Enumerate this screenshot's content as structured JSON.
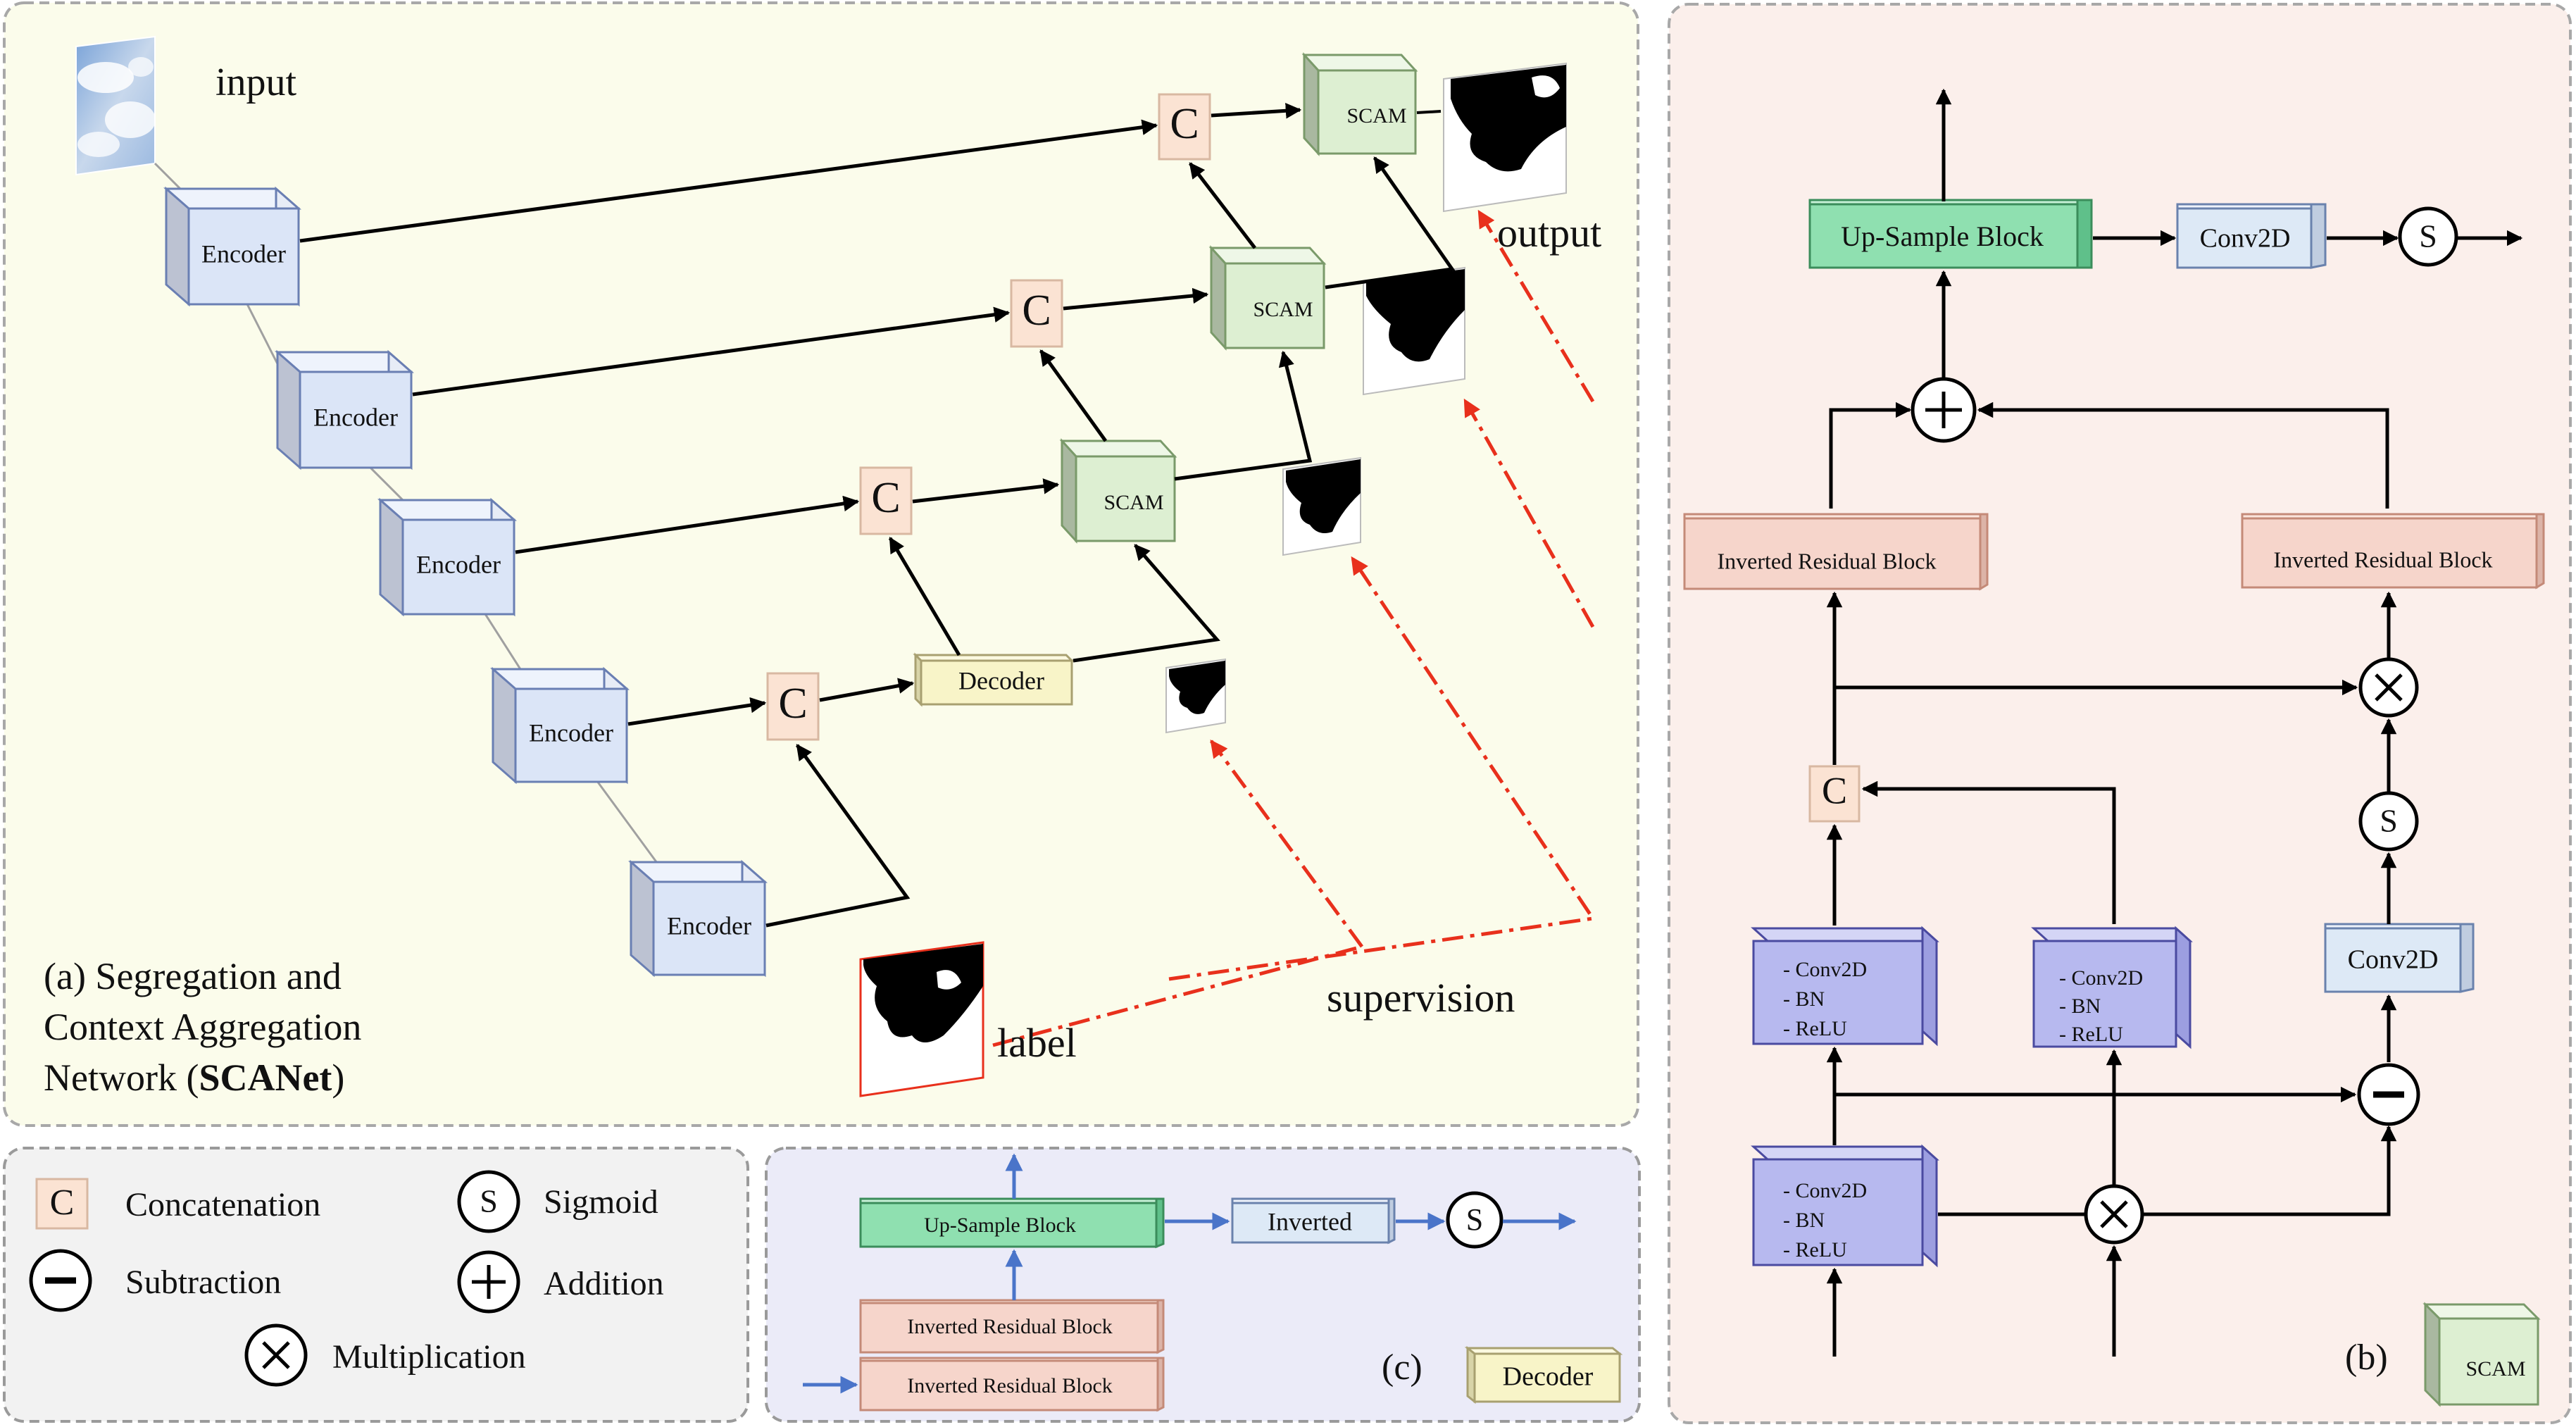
{
  "panel_a": {
    "input_label": "input",
    "output_label": "output",
    "label_label": "label",
    "supervision_label": "supervision",
    "encoder_label": "Encoder",
    "decoder_label": "Decoder",
    "scam_label": "SCAM",
    "concat_symbol": "C",
    "caption_line1": "(a) Segregation and",
    "caption_line2": "Context Aggregation",
    "caption_line3_prefix": "Network  (",
    "caption_line3_bold": "SCANet",
    "caption_line3_suffix": ")"
  },
  "panel_b": {
    "caption": "(b)",
    "upsample_label": "Up-Sample Block",
    "conv2d_label": "Conv2D",
    "irb_label": "Inverted Residual Block",
    "cbr_line1": "- Conv2D",
    "cbr_line2": "- BN",
    "cbr_line3": "- ReLU",
    "scam_badge": "SCAM",
    "sigmoid_symbol": "S",
    "concat_symbol": "C"
  },
  "panel_c": {
    "caption": "(c)",
    "upsample_label": "Up-Sample Block",
    "inverted_label": "Inverted",
    "irb_label": "Inverted Residual Block",
    "decoder_badge": "Decoder",
    "sigmoid_symbol": "S"
  },
  "legend": {
    "concat_symbol": "C",
    "concat_label": "Concatenation",
    "sigmoid_symbol": "S",
    "sigmoid_label": "Sigmoid",
    "subtraction_label": "Subtraction",
    "addition_label": "Addition",
    "multiplication_label": "Multiplication"
  },
  "colors": {
    "encoder": "#dbe5f7",
    "scam": "#ddefd2",
    "decoder": "#f8f4c8",
    "concat": "#fbe3d3",
    "upsample": "#8fe0b0",
    "irb": "#f6d5cb",
    "cbr": "#b7b9ef",
    "conv2d": "#dde9f6",
    "supervision": "#e8301c",
    "flow_blue": "#4a74c9"
  }
}
